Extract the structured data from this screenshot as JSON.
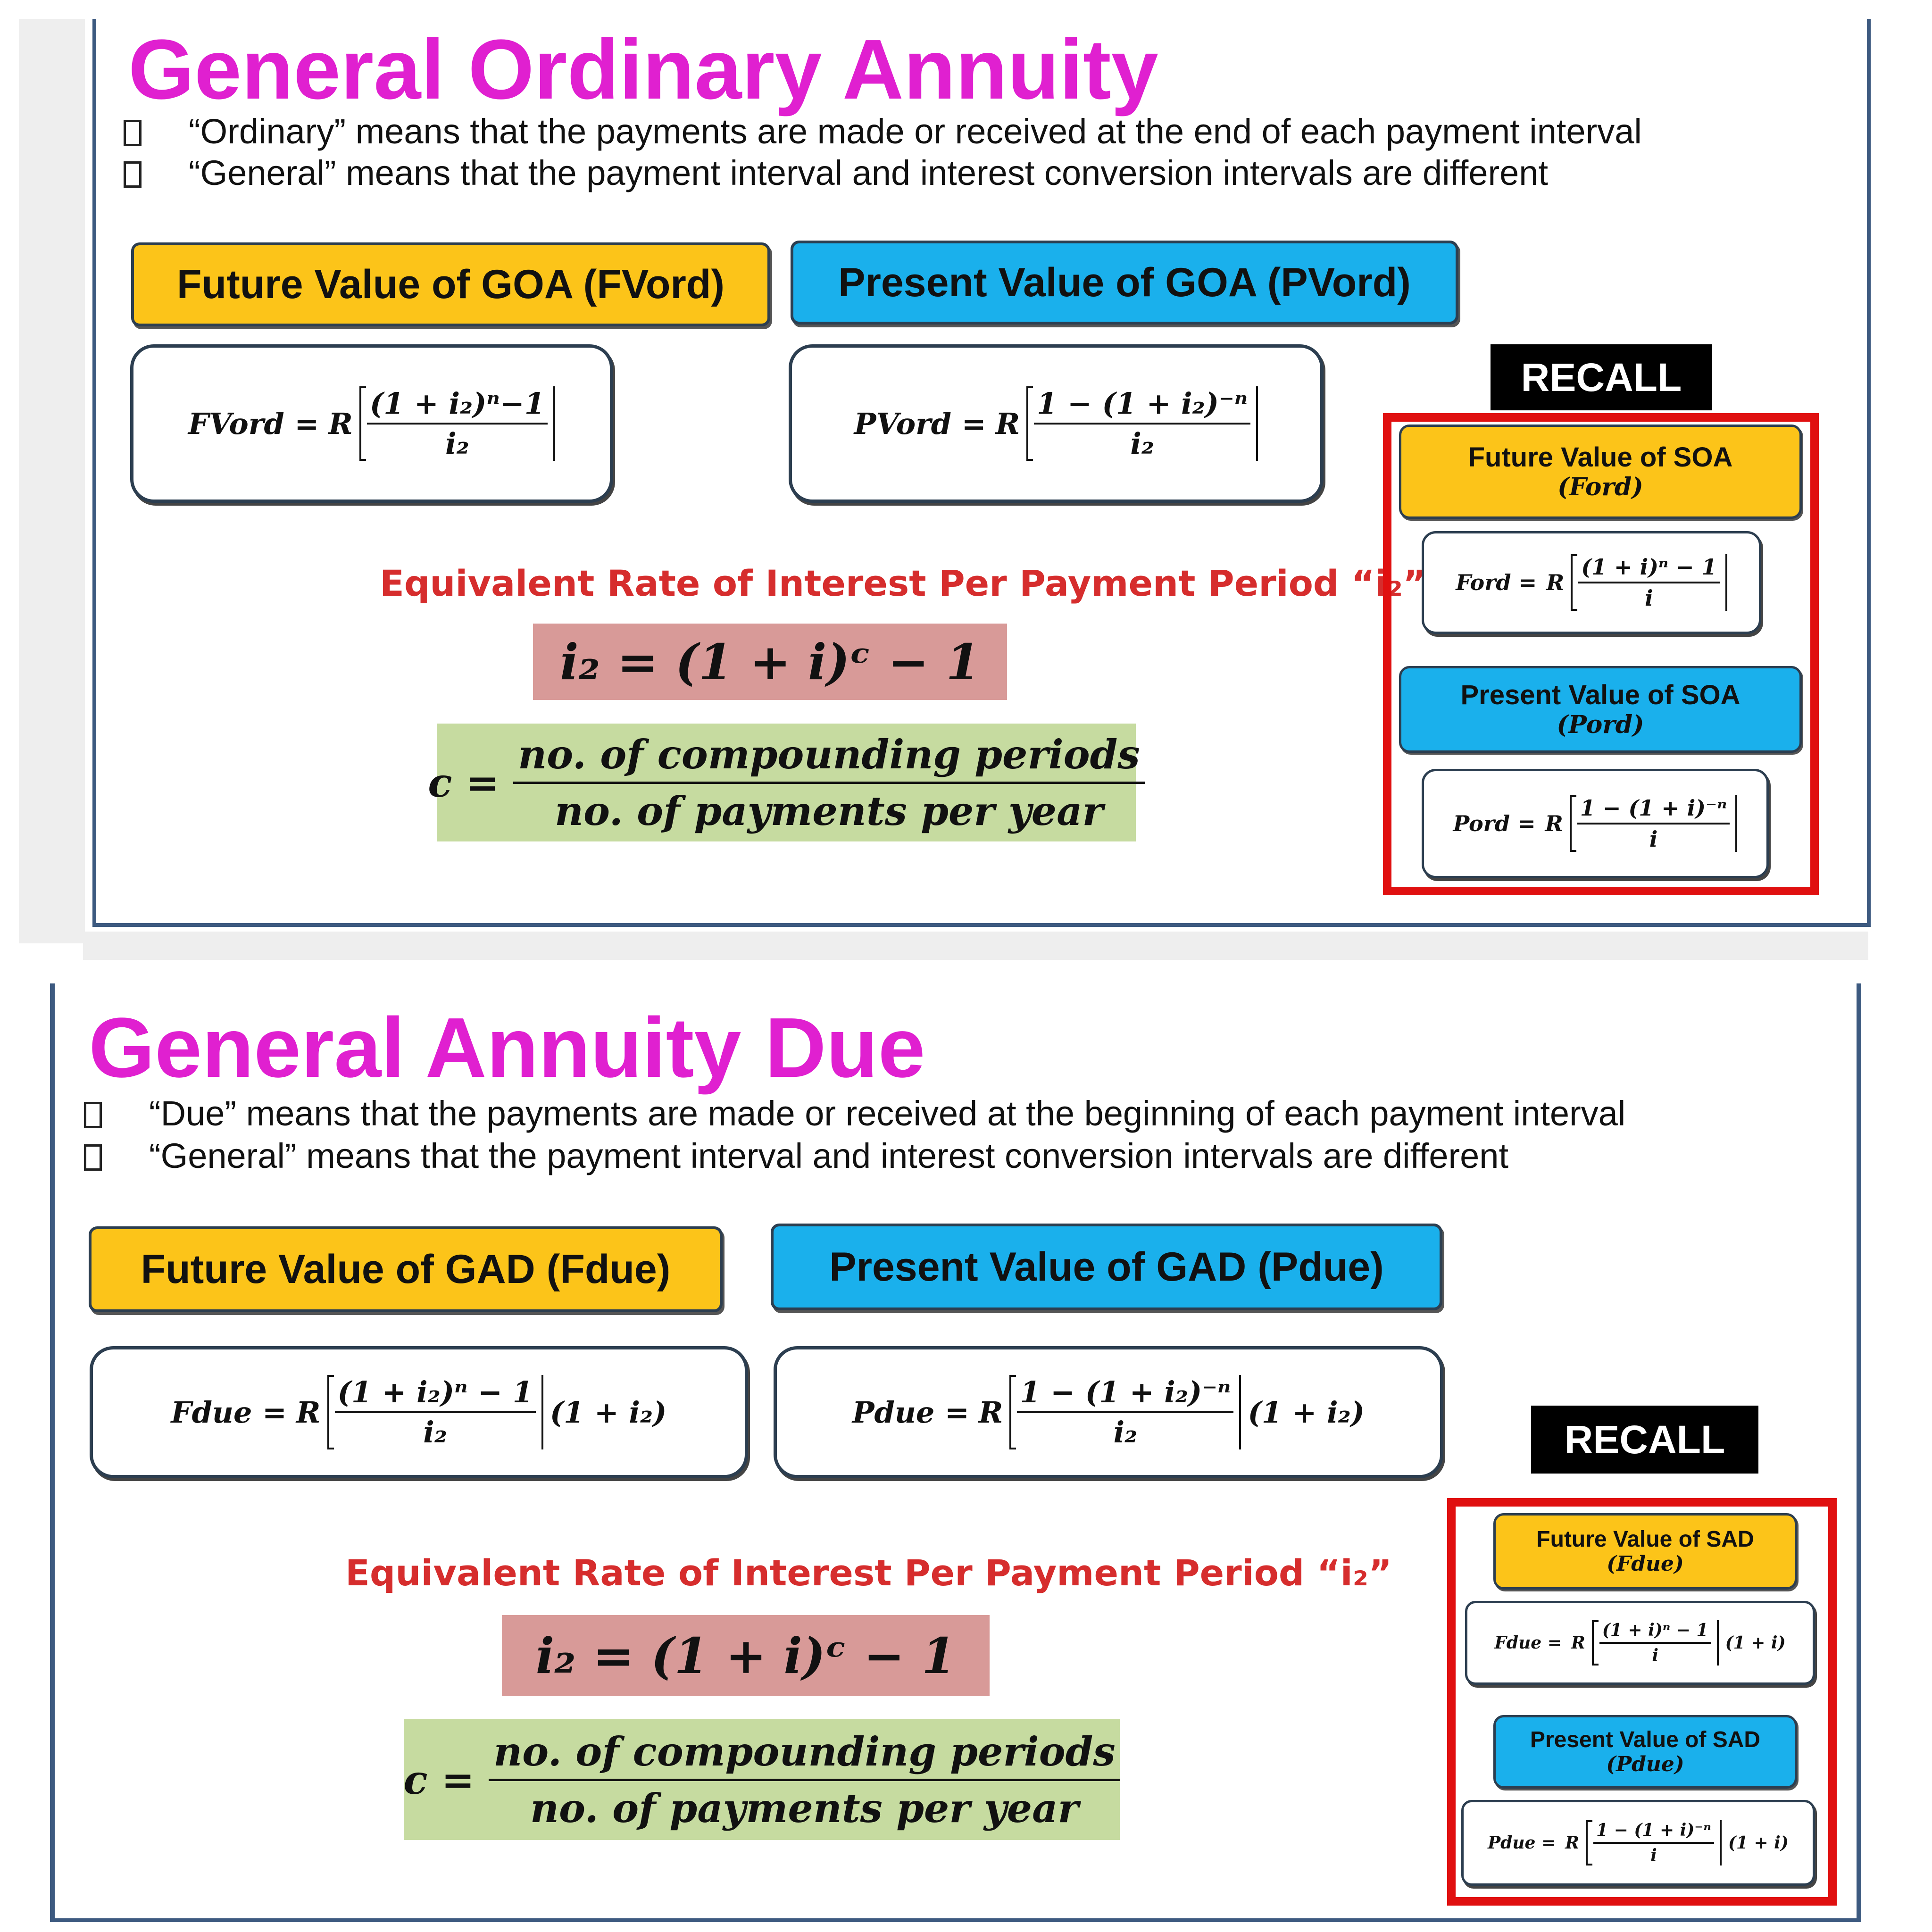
{
  "top": {
    "title": "General Ordinary Annuity",
    "bullets": [
      "“Ordinary” means that the payments are made or received at the end of each payment interval",
      "“General” means that the payment interval and interest conversion intervals are different"
    ],
    "fv_header": "Future Value of GOA (FVord)",
    "pv_header": "Present Value of GOA (PVord)",
    "fv_formula": {
      "lhs": "FVord =",
      "r": "R",
      "num": "(1 + i₂)ⁿ−1",
      "den": "i₂",
      "tail": ""
    },
    "pv_formula": {
      "lhs": "PVord =",
      "r": "R",
      "num": "1 − (1 + i₂)⁻ⁿ",
      "den": "i₂",
      "tail": ""
    },
    "eq_label": "Equivalent Rate of Interest Per Payment Period “i₂”",
    "eq_formula": "i₂ = (1 + i)ᶜ − 1",
    "c_var": "c =",
    "c_num": "no. of compounding periods",
    "c_den": "no. of payments per year",
    "recall": "RECALL",
    "recall_items": {
      "fv_title": "Future Value of SOA",
      "fv_sub": "(Ford)",
      "fv_formula": {
        "lhs": "Ford =",
        "r": "R",
        "num": "(1 + i)ⁿ − 1",
        "den": "i",
        "tail": ""
      },
      "pv_title": "Present Value of SOA",
      "pv_sub": "(Pord)",
      "pv_formula": {
        "lhs": "Pord =",
        "r": "R",
        "num": "1 − (1 + i)⁻ⁿ",
        "den": "i",
        "tail": ""
      }
    }
  },
  "bottom": {
    "title": "General Annuity Due",
    "bullets": [
      "“Due” means that the payments are made or received at the beginning of each payment interval",
      "“General” means that the payment interval and interest conversion intervals are different"
    ],
    "fv_header": "Future Value of GAD (Fdue)",
    "pv_header": "Present Value of GAD (Pdue)",
    "fv_formula": {
      "lhs": "Fdue =",
      "r": "R",
      "num": "(1 + i₂)ⁿ − 1",
      "den": "i₂",
      "tail": "(1 + i₂)"
    },
    "pv_formula": {
      "lhs": "Pdue =",
      "r": "R",
      "num": "1 − (1 + i₂)⁻ⁿ",
      "den": "i₂",
      "tail": "(1 + i₂)"
    },
    "eq_label": "Equivalent Rate of Interest Per Payment Period “i₂”",
    "eq_formula": "i₂ = (1 + i)ᶜ − 1",
    "c_var": "c =",
    "c_num": "no. of compounding periods",
    "c_den": "no. of payments per year",
    "recall": "RECALL",
    "recall_items": {
      "fv_title": "Future Value of SAD",
      "fv_sub": "(Fdue)",
      "fv_formula": {
        "lhs": "Fdue =",
        "r": "R",
        "num": "(1 + i)ⁿ − 1",
        "den": "i",
        "tail": "(1 + i)"
      },
      "pv_title": "Present Value of SAD",
      "pv_sub": "(Pdue)",
      "pv_formula": {
        "lhs": "Pdue =",
        "r": "R",
        "num": "1 − (1 + i)⁻ⁿ",
        "den": "i",
        "tail": "(1 + i)"
      }
    }
  },
  "colors": {
    "title": "#e020d0",
    "yellow": "#fcc419",
    "blue": "#1ab0ec",
    "red_label": "#d62d2d",
    "pink_box": "#d89a98",
    "green_box": "#c6dba0",
    "recall_border": "#e01010"
  }
}
